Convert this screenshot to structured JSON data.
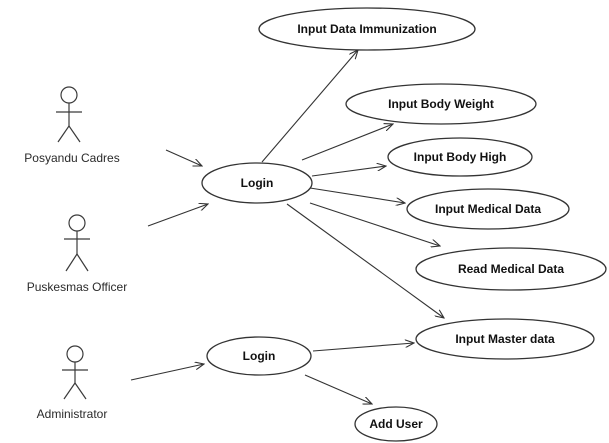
{
  "actors": [
    {
      "id": "posyandu",
      "label": "Posyandu Cadres"
    },
    {
      "id": "puskesmas",
      "label": "Puskesmas Officer"
    },
    {
      "id": "administrator",
      "label": "Administrator"
    }
  ],
  "use_cases": [
    {
      "id": "login1",
      "label": "Login"
    },
    {
      "id": "login2",
      "label": "Login"
    },
    {
      "id": "input_immunization",
      "label": "Input Data Immunization"
    },
    {
      "id": "input_body_weight",
      "label": "Input Body Weight"
    },
    {
      "id": "input_body_high",
      "label": "Input Body High"
    },
    {
      "id": "input_medical",
      "label": "Input Medical Data"
    },
    {
      "id": "read_medical",
      "label": "Read Medical Data"
    },
    {
      "id": "input_master",
      "label": "Input Master data"
    },
    {
      "id": "add_user",
      "label": "Add User"
    }
  ],
  "associations": [
    {
      "from": "posyandu",
      "to": "login1"
    },
    {
      "from": "puskesmas",
      "to": "login1"
    },
    {
      "from": "login1",
      "to": "input_immunization"
    },
    {
      "from": "login1",
      "to": "input_body_weight"
    },
    {
      "from": "login1",
      "to": "input_body_high"
    },
    {
      "from": "login1",
      "to": "input_medical"
    },
    {
      "from": "login1",
      "to": "read_medical"
    },
    {
      "from": "login1",
      "to": "input_master"
    },
    {
      "from": "administrator",
      "to": "login2"
    },
    {
      "from": "login2",
      "to": "input_master"
    },
    {
      "from": "login2",
      "to": "add_user"
    }
  ]
}
